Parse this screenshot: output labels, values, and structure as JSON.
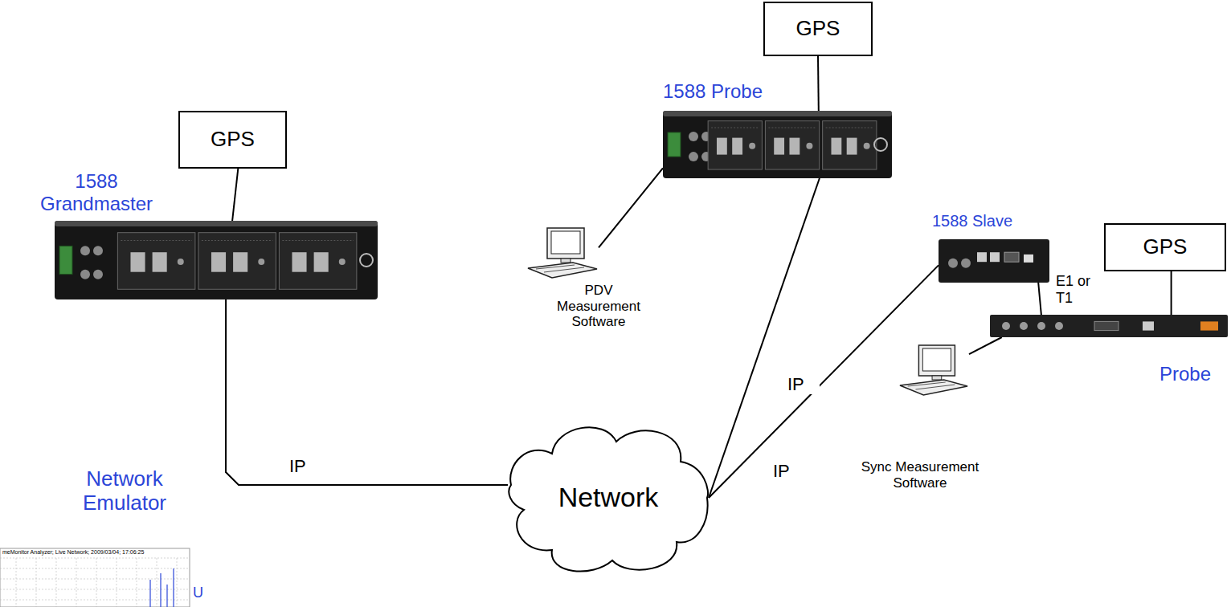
{
  "diagram": {
    "nodes": [
      {
        "text": [
          "GPS"
        ]
      },
      {
        "text": [
          "1588 Grandmaster"
        ]
      },
      {
        "text": [
          "GPS"
        ]
      },
      {
        "text": [
          "1588 Probe"
        ]
      },
      {
        "text": [
          "PDV Measurement Software"
        ]
      },
      {
        "text": [
          "Network"
        ]
      },
      {
        "text": [
          "1588 Slave"
        ]
      },
      {
        "text": [
          "GPS"
        ]
      },
      {
        "text": [
          "Probe"
        ]
      },
      {
        "text": [
          "Sync Measurement Software"
        ]
      }
    ],
    "edges": [
      {
        "from": 0,
        "to": 1,
        "arrow": "none"
      },
      {
        "from": 1,
        "to": 5,
        "label": "IP",
        "arrow": "none"
      },
      {
        "from": 2,
        "to": 3,
        "arrow": "none"
      },
      {
        "from": 3,
        "to": 4,
        "arrow": "none"
      },
      {
        "from": 3,
        "to": 5,
        "label": "IP",
        "arrow": "none"
      },
      {
        "from": 6,
        "to": 5,
        "label": "IP",
        "arrow": "none"
      },
      {
        "from": 6,
        "to": 8,
        "label": "E1 or T1",
        "arrow": "none"
      },
      {
        "from": 7,
        "to": 8,
        "arrow": "none"
      },
      {
        "from": 8,
        "to": 9,
        "arrow": "none"
      }
    ],
    "labels": [
      "Network Emulator",
      "meMonitor Analyzer; Live Network; 2009/03/04; 17:06:25",
      "U"
    ]
  }
}
